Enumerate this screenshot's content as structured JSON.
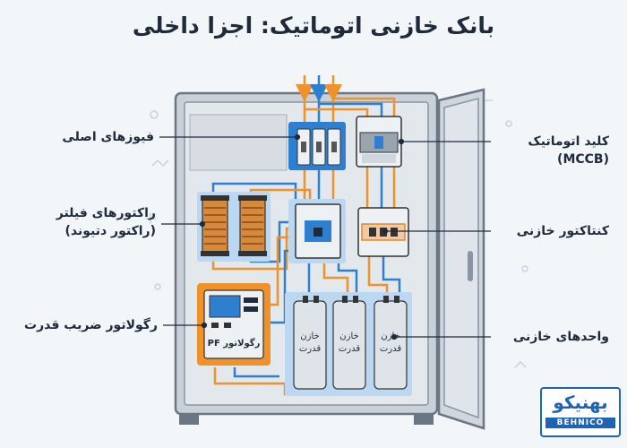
{
  "title": "بانک خازنی اتوماتیک: اجزا داخلی",
  "labels": {
    "main_fuses": "فیوزهای اصلی",
    "filter_reactors_line1": "راکتورهای فیلتر",
    "filter_reactors_line2": "(راکتور دتیوند)",
    "pf_regulator": "رگولاتور ضریب قدرت",
    "mccb_line1": "کلید اتوماتیک",
    "mccb_line2": "(MCCB)",
    "capacitor_contactor": "کنتاکتور خازنی",
    "capacitor_units": "واحدهای خازنی"
  },
  "regulator_text": "PF رگولاتور",
  "capacitor_text_line1": "خازن",
  "capacitor_text_line2": "قدرت",
  "logo": {
    "text": "بهنیکو",
    "subtext": "BEHNICO"
  },
  "colors": {
    "orange": "#f0922b",
    "blue": "#2f7fd0",
    "highlight": "#bcd7f2",
    "cabinet": "#9aa4b1",
    "dark": "#1f2a3a"
  }
}
